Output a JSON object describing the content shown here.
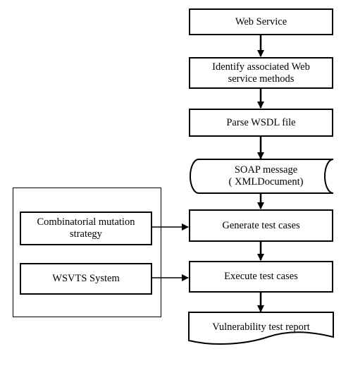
{
  "flow": {
    "web_service": "Web Service",
    "identify_methods": "Identify  associated Web\nservice methods",
    "parse_wsdl": "Parse WSDL file",
    "soap_message": "SOAP message\n( XMLDocument)",
    "generate_cases": "Generate test cases",
    "execute_cases": "Execute test cases",
    "report": "Vulnerability test report"
  },
  "side": {
    "mutation_strategy": "Combinatorial mutation\nstrategy",
    "wsvts_system": "WSVTS System"
  }
}
